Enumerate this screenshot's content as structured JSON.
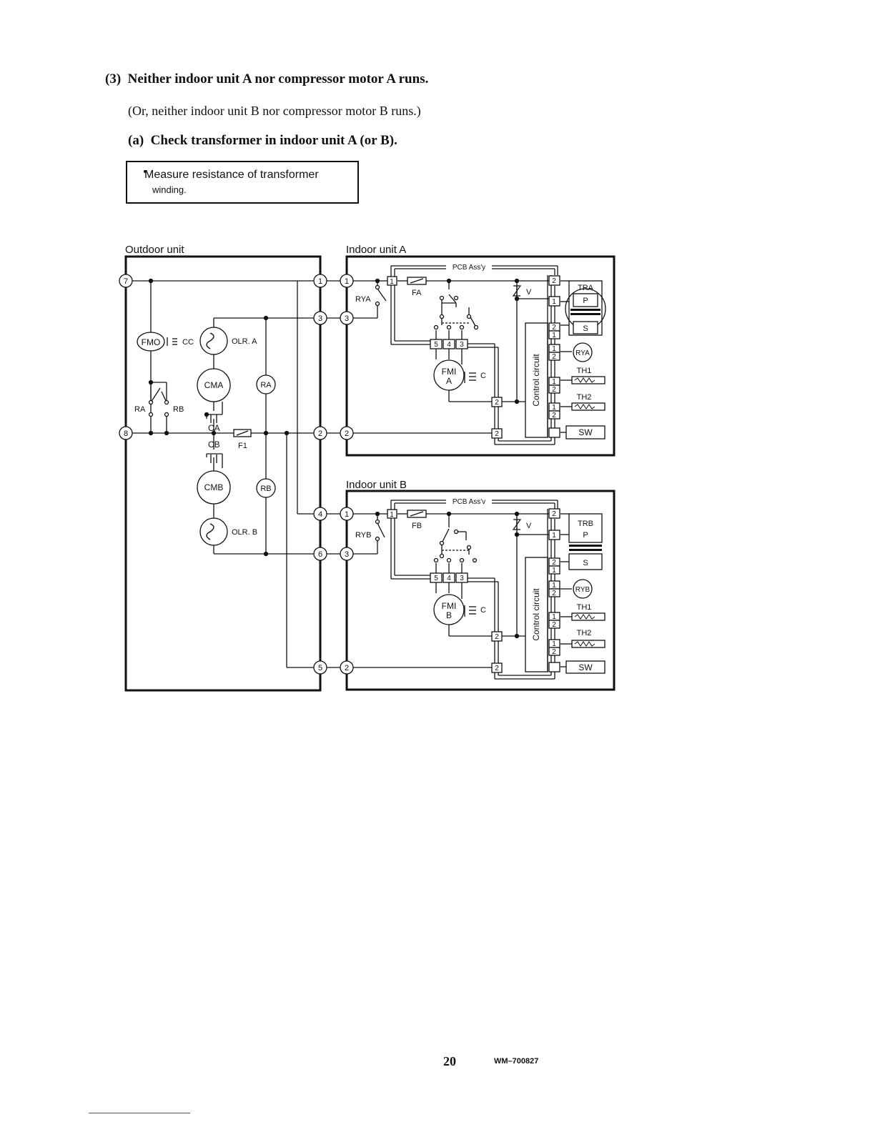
{
  "heading": {
    "number": "(3)",
    "text": "Neither indoor unit A nor compressor motor A runs."
  },
  "note": "(Or, neither indoor unit B nor compressor motor B runs.)",
  "subheading": {
    "number": "(a)",
    "text": "Check transformer in indoor unit A (or B)."
  },
  "instruction": {
    "line1": "Measure resistance of transformer",
    "line2": "winding."
  },
  "diagram": {
    "outdoor_title": "Outdoor unit",
    "indoor_a_title": "Indoor unit A",
    "indoor_b_title": "Indoor unit B",
    "pcb_a": "PCB Ass'y",
    "pcb_b": "PCB Ass'v",
    "outdoor_terminals": [
      "7",
      "8"
    ],
    "outdoor_block": [
      "1",
      "3",
      "2",
      "4",
      "6",
      "5"
    ],
    "indoor_a_terminals": [
      "1",
      "3",
      "2"
    ],
    "indoor_b_terminals": [
      "1",
      "3",
      "2"
    ],
    "labels": {
      "fmo": "FMO",
      "cc": "CC",
      "olr_a": "OLR. A",
      "cma": "CMA",
      "ra_relay": "RA",
      "ra": "RA",
      "rb": "RB",
      "ca": "CA",
      "cb": "CB",
      "f1": "F1",
      "cmb": "CMB",
      "rb_relay": "RB",
      "olr_b": "OLR. B",
      "rya": "RYA",
      "fa": "FA",
      "v_a": "V",
      "fmi_a_1": "FMI",
      "fmi_a_2": "A",
      "c_a": "C",
      "control_a": "Control circuit",
      "tra": "TRA",
      "p_a": "P",
      "s_a": "S",
      "rya_coil": "RYA",
      "th1_a": "TH1",
      "th2_a": "TH2",
      "sw_a": "SW",
      "ryb": "RYB",
      "fb": "FB",
      "v_b": "V",
      "fmi_b_1": "FMI",
      "fmi_b_2": "B",
      "c_b": "C",
      "control_b": "Control circuit",
      "trb": "TRB",
      "p_b": "P",
      "s_b": "S",
      "ryb_coil": "RYB",
      "th1_b": "TH1",
      "th2_b": "TH2",
      "sw_b": "SW"
    },
    "pin_labels": {
      "a_pcb_in": "1",
      "a_fan": [
        "5",
        "4",
        "3"
      ],
      "a_top": "2",
      "a_p": "1",
      "a_s": [
        "2",
        "1"
      ],
      "a_rya": [
        "1",
        "2"
      ],
      "a_th1": [
        "1",
        "2"
      ],
      "a_th2": [
        "1",
        "2"
      ],
      "a_mid": "2",
      "a_bot": "2",
      "b_pcb_in": "1",
      "b_fan": [
        "5",
        "4",
        "3"
      ],
      "b_top": "2",
      "b_p": "1",
      "b_s": [
        "2",
        "1"
      ],
      "b_ryb": [
        "1",
        "2"
      ],
      "b_th1": [
        "1",
        "2"
      ],
      "b_th2": [
        "1",
        "2"
      ],
      "b_mid": "2",
      "b_bot": "2"
    }
  },
  "footer": {
    "page": "20",
    "doc_code": "WM–700827"
  }
}
